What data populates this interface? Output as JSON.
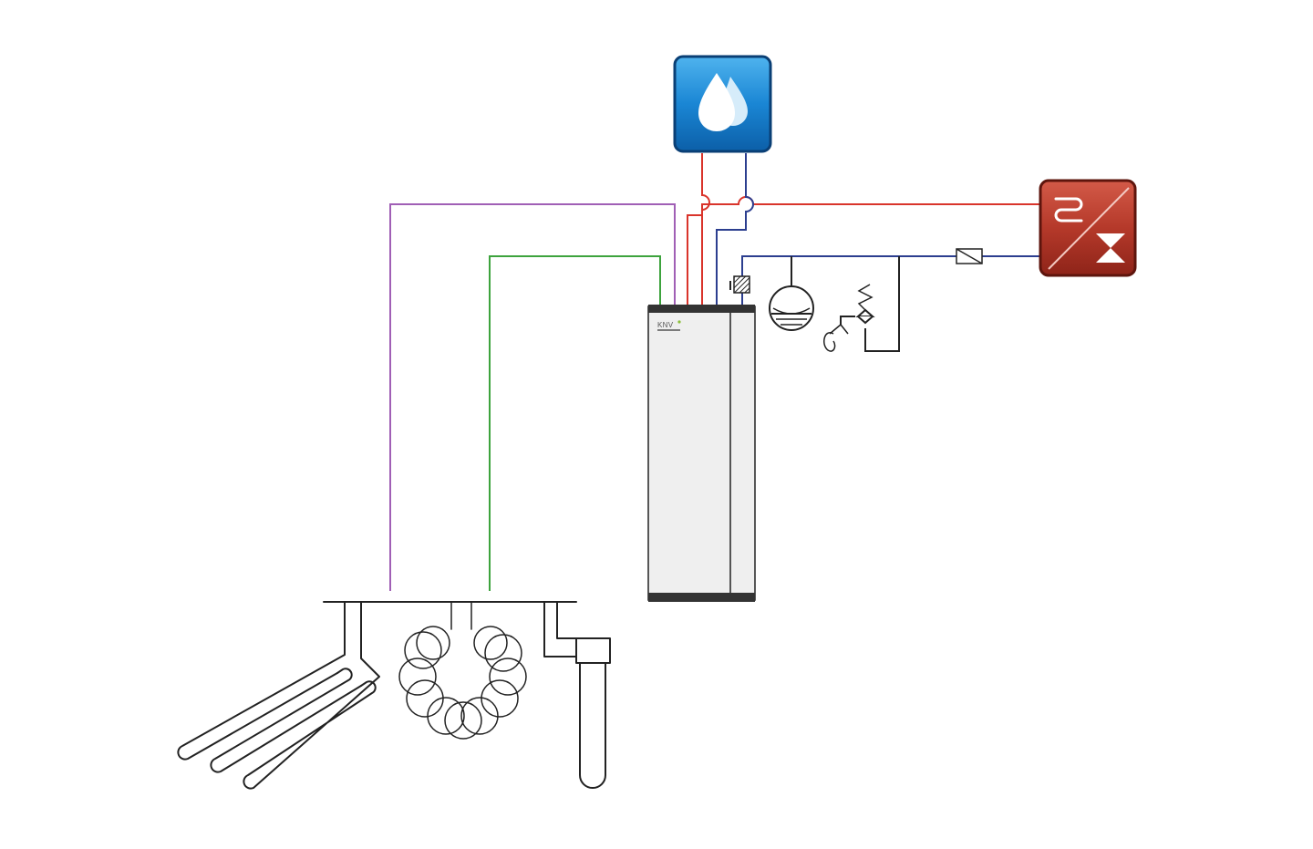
{
  "colors": {
    "background": "#ffffff",
    "hot_water": "#d9342b",
    "cold_return": "#2c3e8f",
    "brine_purple": "#a05fb5",
    "brine_green": "#3da33d",
    "outline": "#222222",
    "unit_body": "#efefef",
    "unit_band": "#333333",
    "brand_mark": "#8bbf3a"
  },
  "heat_pump": {
    "brand": "KNV"
  },
  "icons": {
    "hot_water_tile": "water-drops-icon",
    "heating_tile": "radiator-floor-heating-icon",
    "expansion_vessel": "expansion-vessel-icon",
    "safety_valve": "safety-valve-icon",
    "filter": "dirt-filter-icon",
    "circulation_pump": "circulation-pump-icon"
  },
  "collectors": [
    {
      "name": "horizontal-collector"
    },
    {
      "name": "spiral-collector"
    },
    {
      "name": "vertical-borehole-probe"
    }
  ]
}
